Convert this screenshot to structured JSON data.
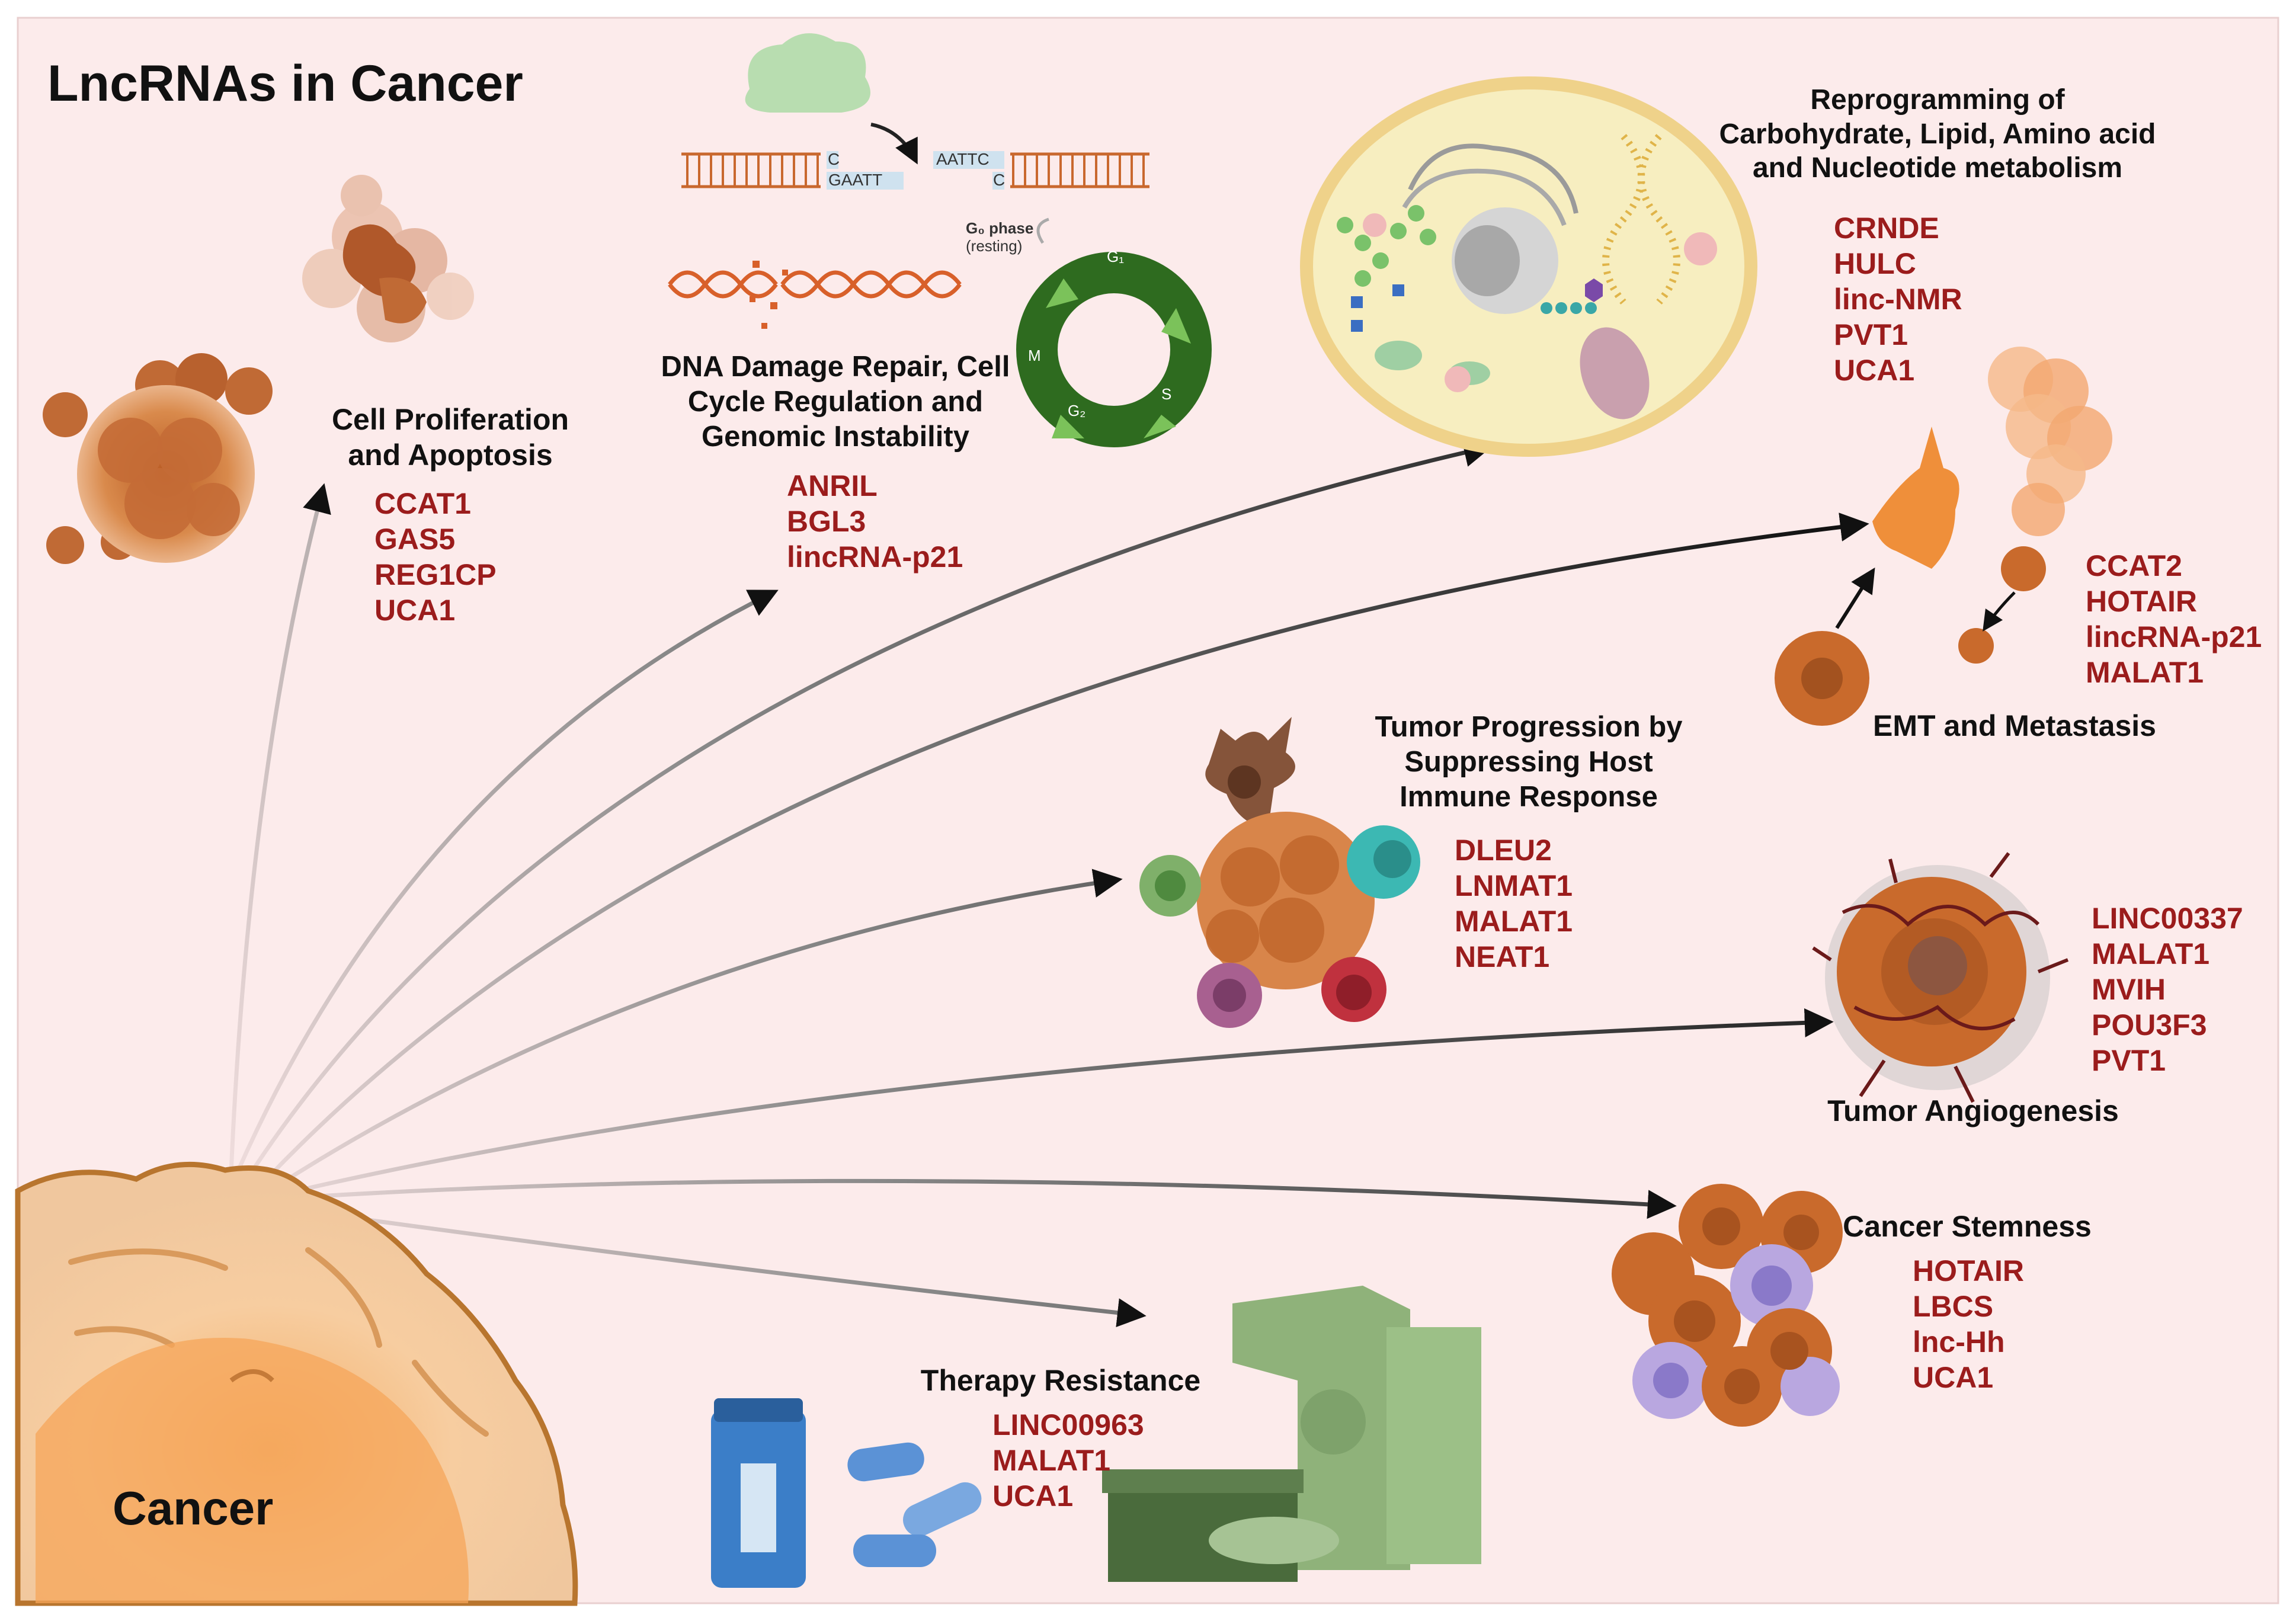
{
  "title": "LncRNAs in Cancer",
  "source_label": "Cancer",
  "colors": {
    "background": "#fcebeb",
    "gene_text": "#9b1c1c",
    "arrow": "#111111",
    "cell_orange": "#c96a2c"
  },
  "dna_sequence": {
    "top_left": "C",
    "bottom_left": "GAATT",
    "top_right": "AATTC",
    "bottom_right": "C"
  },
  "cell_cycle": {
    "g0_phase": "G₀ phase",
    "g0_note": "(resting)",
    "g1": "G₁",
    "s": "S",
    "g2": "G₂",
    "m": "M"
  },
  "categories": {
    "proliferation": {
      "lines": [
        "Cell Proliferation",
        "and Apoptosis"
      ],
      "genes": [
        "CCAT1",
        "GAS5",
        "REG1CP",
        "UCA1"
      ]
    },
    "dna_repair": {
      "lines": [
        "DNA Damage Repair, Cell",
        "Cycle Regulation and",
        "Genomic Instability"
      ],
      "genes": [
        "ANRIL",
        "BGL3",
        "lincRNA-p21"
      ]
    },
    "metabolism": {
      "lines": [
        "Reprogramming of",
        "Carbohydrate, Lipid, Amino acid",
        "and Nucleotide metabolism"
      ],
      "genes": [
        "CRNDE",
        "HULC",
        "linc-NMR",
        "PVT1",
        "UCA1"
      ]
    },
    "emt": {
      "lines": [
        "EMT and Metastasis"
      ],
      "genes": [
        "CCAT2",
        "HOTAIR",
        "lincRNA-p21",
        "MALAT1"
      ]
    },
    "immune": {
      "lines": [
        "Tumor Progression by",
        "Suppressing Host",
        "Immune Response"
      ],
      "genes": [
        "DLEU2",
        "LNMAT1",
        "MALAT1",
        "NEAT1"
      ]
    },
    "angiogenesis": {
      "lines": [
        "Tumor Angiogenesis"
      ],
      "genes": [
        "LINC00337",
        "MALAT1",
        "MVIH",
        "POU3F3",
        "PVT1"
      ]
    },
    "stemness": {
      "lines": [
        "Cancer Stemness"
      ],
      "genes": [
        "HOTAIR",
        "LBCS",
        "lnc-Hh",
        "UCA1"
      ]
    },
    "therapy": {
      "lines": [
        "Therapy Resistance"
      ],
      "genes": [
        "LINC00963",
        "MALAT1",
        "UCA1"
      ]
    }
  }
}
